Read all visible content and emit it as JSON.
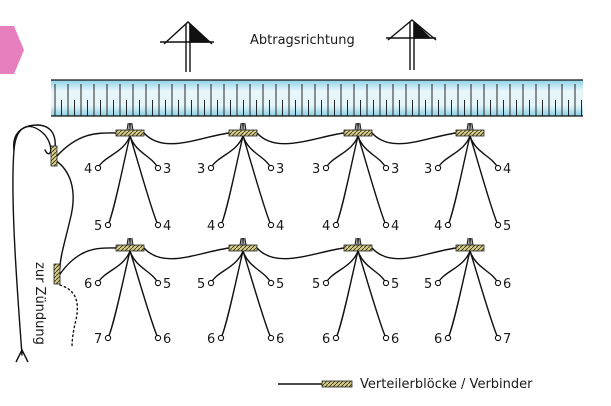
{
  "diagram": {
    "title": "Abtragsrichtung",
    "legend_label": "Verteilerblöcke / Verbinder",
    "side_label": "zur Zündung",
    "colors": {
      "ink": "#111111",
      "block_fill": "#d8cf8a",
      "block_dark": "#3a3320",
      "rock_face": "#bfe6f2",
      "rock_face_edge": "#8ccfe4",
      "page_tab": "#e77fbf"
    },
    "row1": {
      "groups": [
        {
          "labels": [
            "4",
            "3",
            "5",
            "4"
          ]
        },
        {
          "labels": [
            "3",
            "3",
            "4",
            "4"
          ]
        },
        {
          "labels": [
            "3",
            "3",
            "4",
            "4"
          ]
        },
        {
          "labels": [
            "3",
            "4",
            "4",
            "5"
          ]
        }
      ]
    },
    "row2": {
      "groups": [
        {
          "labels": [
            "6",
            "5",
            "7",
            "6"
          ]
        },
        {
          "labels": [
            "5",
            "5",
            "6",
            "6"
          ]
        },
        {
          "labels": [
            "5",
            "5",
            "6",
            "6"
          ]
        },
        {
          "labels": [
            "5",
            "6",
            "6",
            "7"
          ]
        }
      ]
    }
  }
}
